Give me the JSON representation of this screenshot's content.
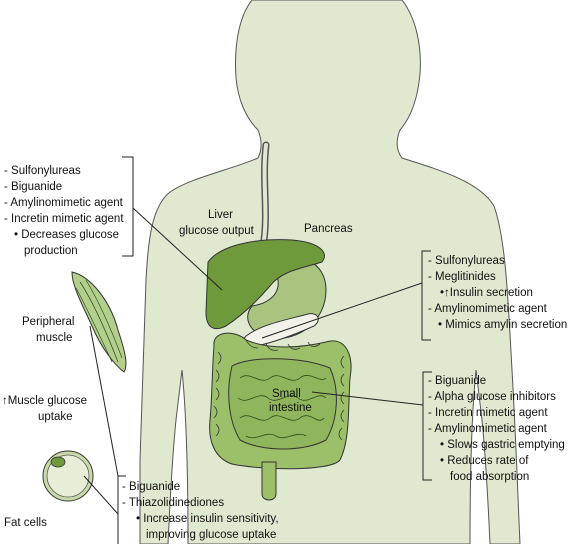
{
  "colors": {
    "body": "#dfe9cf",
    "body_stroke": "#555555",
    "liver": "#6f9a3c",
    "stomach": "#a8c47e",
    "intestine": "#9cc06a",
    "muscle": "#b3cf8c",
    "fat": "#c7dba9",
    "line": "#222222"
  },
  "labels": {
    "liver_1": "Liver",
    "liver_2": "glucose output",
    "pancreas": "Pancreas",
    "small_intestine_1": "Small",
    "small_intestine_2": "intestine",
    "peripheral_muscle_1": "Peripheral",
    "peripheral_muscle_2": "muscle",
    "muscle_uptake_1": "↑Muscle glucose",
    "muscle_uptake_2": "uptake",
    "fat_cells": "Fat cells"
  },
  "liver_box": [
    "- Sulfonylureas",
    "- Biguanide",
    "- Amylinomimetic agent",
    "- Incretin mimetic agent",
    "• Decreases glucose",
    "production"
  ],
  "pancreas_box": [
    "- Sulfonylureas",
    "- Meglitinides",
    "•↑Insulin secretion",
    "- Amylinomimetic agent",
    "• Mimics amylin secretion"
  ],
  "intestine_box": [
    "- Biguanide",
    "- Alpha glucose inhibitors",
    "- Incretin mimetic agent",
    "- Amylinomimetic agent",
    "• Slows gastric emptying",
    "• Reduces rate of",
    "food absorption"
  ],
  "fat_box": [
    "- Biguanide",
    "- Thiazolidinediones",
    "• Increase insulin sensitivity,",
    "improving glucose uptake"
  ]
}
